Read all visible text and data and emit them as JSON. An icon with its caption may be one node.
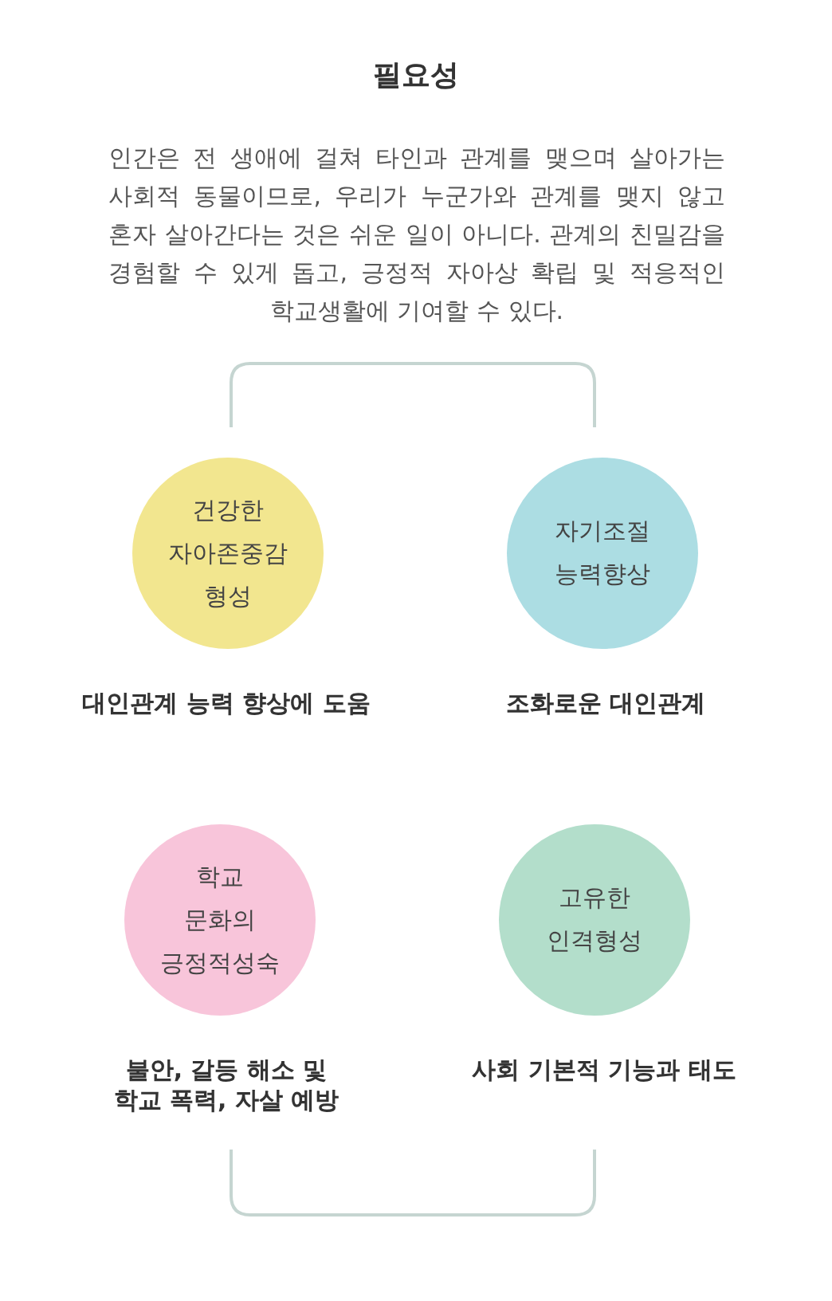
{
  "diagram": {
    "title": "필요성",
    "nodes": [
      {
        "text": [
          "건강한 자아존중감 형성"
        ],
        "beside": [
          "대인관계 능력 향상에 도움"
        ]
      },
      {
        "text": [
          "자기조절 능력향상"
        ],
        "beside": [
          "조화로운 대인관계"
        ]
      },
      {
        "text": [
          "학교 문화의 긍정적성숙"
        ],
        "beside": [
          "불안, 갈등 해소 및 학교 폭력, 자살 예방"
        ]
      },
      {
        "text": [
          "고유한 인격형성"
        ],
        "beside": [
          "사회 기본적 기능과 태도"
        ]
      }
    ],
    "labels": [
      "인간은 전 생애에 걸쳐 타인과 관계를 맺으며 살아가는 사회적 동물이므로, 우리가 누군가와 관계를 맺지 않고 혼자 살아간다는 것은 쉬운 일이 아니다.  관계의 친밀감을 경험할 수 있게 돕고, 긍정적 자아상 확립 및 적응적인 학교생활에 기여할 수 있다."
    ]
  }
}
